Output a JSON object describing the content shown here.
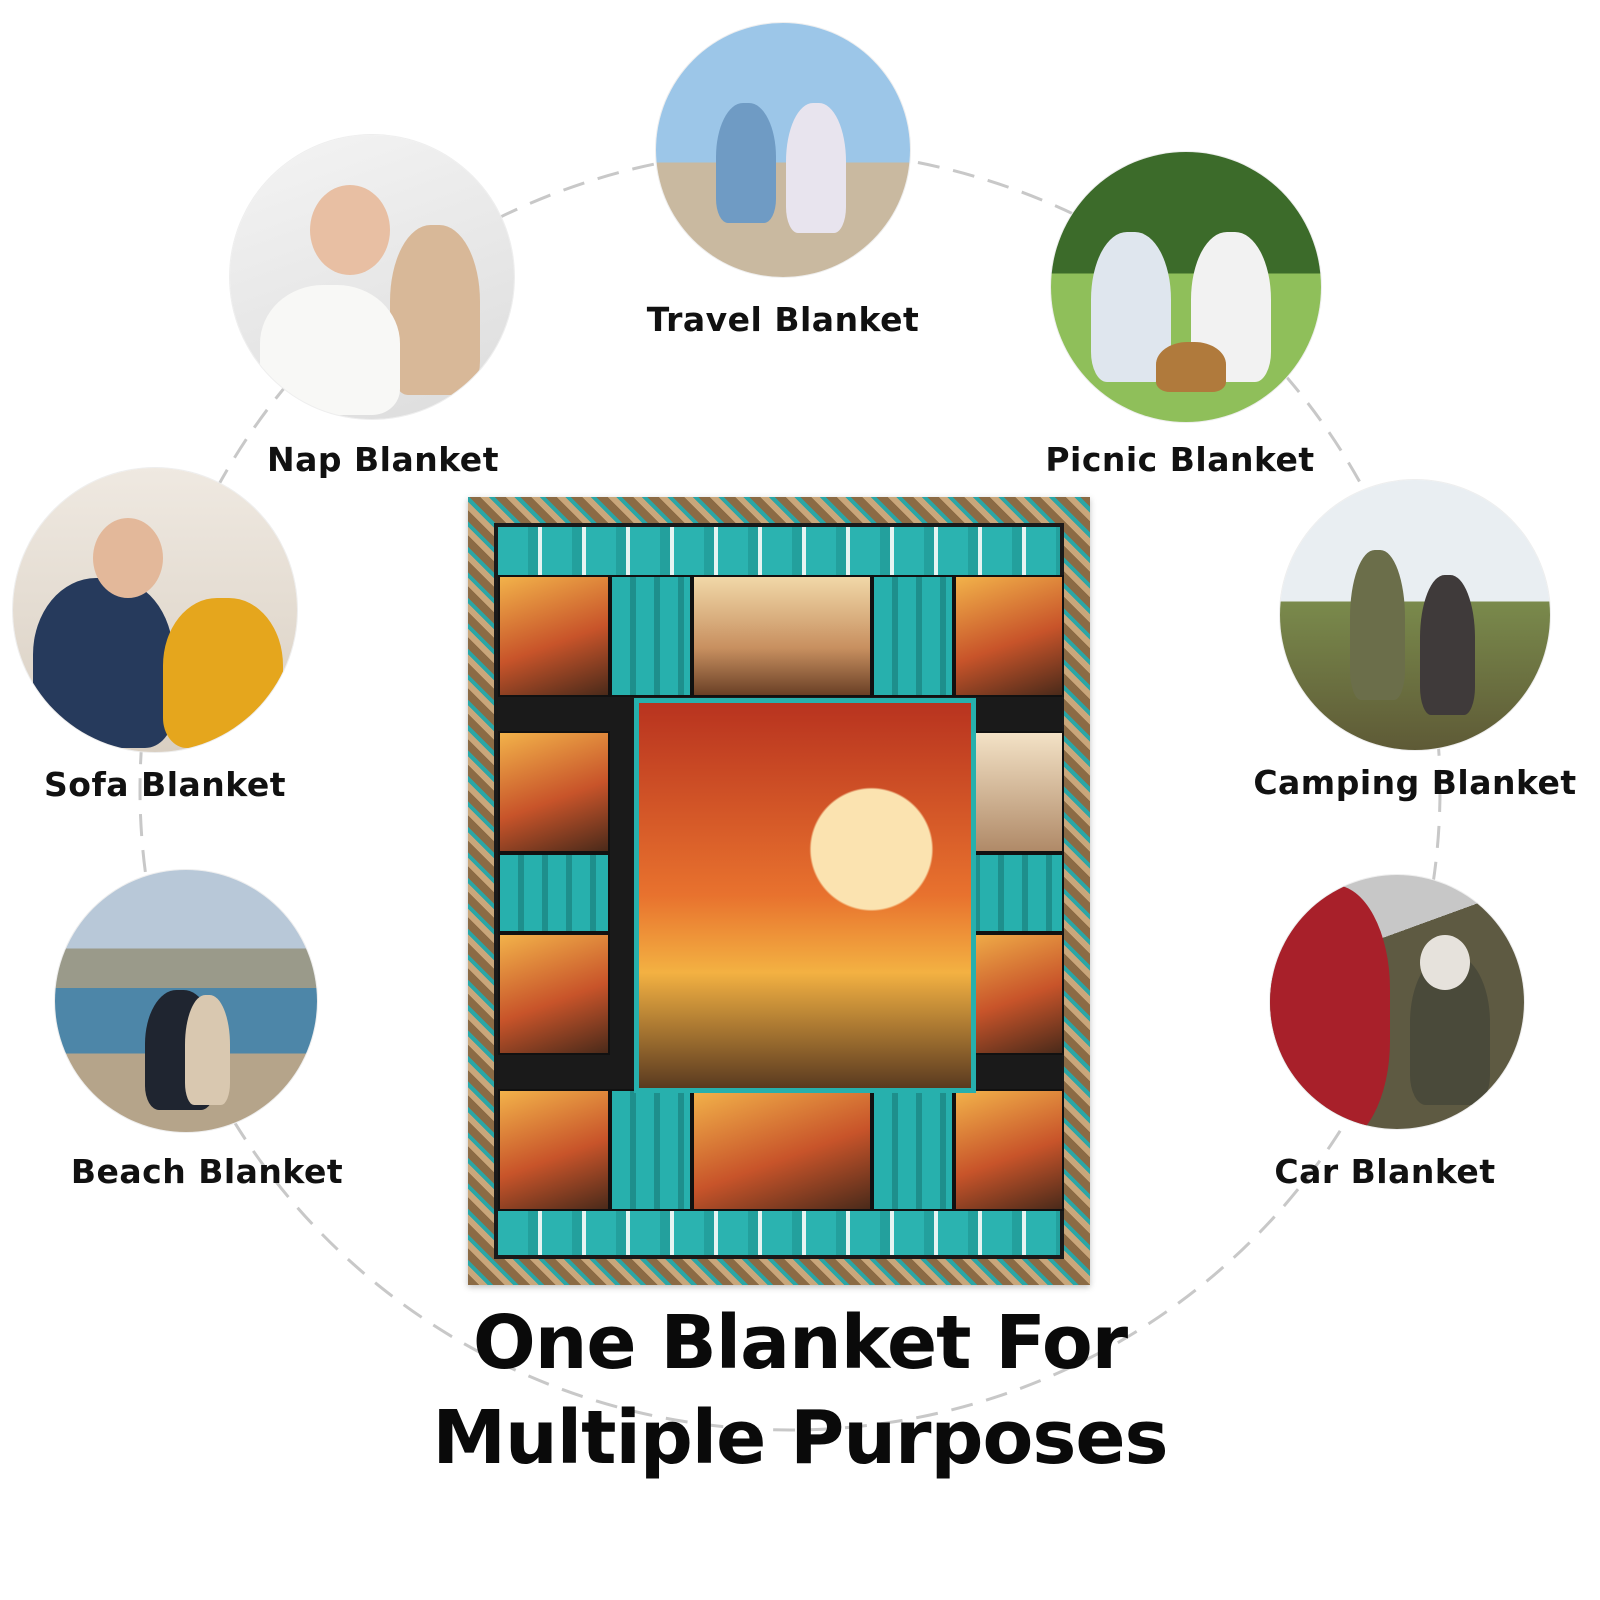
{
  "uses": [
    {
      "label": "Travel Blanket",
      "icon": "travel-photo"
    },
    {
      "label": "Nap Blanket",
      "icon": "nap-photo"
    },
    {
      "label": "Picnic Blanket",
      "icon": "picnic-photo"
    },
    {
      "label": "Sofa Blanket",
      "icon": "sofa-photo"
    },
    {
      "label": "Camping Blanket",
      "icon": "camping-photo"
    },
    {
      "label": "Beach Blanket",
      "icon": "beach-photo"
    },
    {
      "label": "Car Blanket",
      "icon": "car-photo"
    }
  ],
  "headline": {
    "line1": "One Blanket For",
    "line2": "Multiple Purposes"
  },
  "colors": {
    "accent_teal": "#27b0ad",
    "text": "#111111",
    "ring": "#c8c8c8"
  }
}
